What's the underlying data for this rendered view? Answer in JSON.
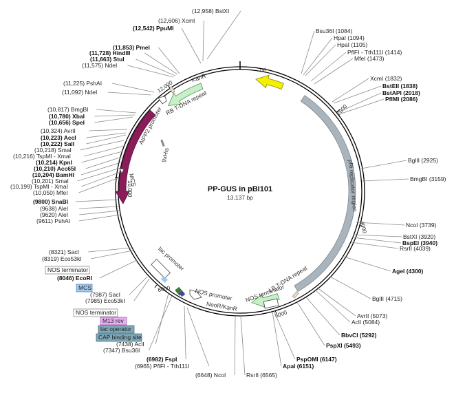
{
  "plasmid": {
    "name": "PP-GUS in pBI101",
    "size": "13,137 bp"
  },
  "sites": [
    {
      "id": "s01",
      "text": "(12,958)  BstXI",
      "bold": false
    },
    {
      "id": "s02",
      "text": "(12,606)  XcmI",
      "bold": false
    },
    {
      "id": "s03",
      "text": "(12,542)  PpuMI",
      "bold": true
    },
    {
      "id": "s04",
      "text": "(11,853)  PmeI",
      "bold": true
    },
    {
      "id": "s05",
      "text": "(11,728)  HindIII",
      "bold": true
    },
    {
      "id": "s06",
      "text": "(11,663)  StuI",
      "bold": true
    },
    {
      "id": "s07",
      "text": "(11,575)  NdeI",
      "bold": false
    },
    {
      "id": "s08",
      "text": "(11,225)  PshAI",
      "bold": false
    },
    {
      "id": "s09",
      "text": "(11,092)  NdeI",
      "bold": false
    },
    {
      "id": "s10",
      "text": "(10,817)  BmgBI",
      "bold": false
    },
    {
      "id": "s11",
      "text": "(10,780)  XbaI",
      "bold": true
    },
    {
      "id": "s12",
      "text": "(10,656)  SpeI",
      "bold": true
    },
    {
      "id": "s13",
      "text": "(10,324)  AvrII",
      "bold": false
    },
    {
      "id": "s14",
      "text": "(10,223)  AccI",
      "bold": true
    },
    {
      "id": "s15",
      "text": "(10,222)  SalI",
      "bold": true
    },
    {
      "id": "s16",
      "text": "(10,218)  SmaI",
      "bold": false
    },
    {
      "id": "s17",
      "text": "(10,216)  TspMI - XmaI",
      "bold": false
    },
    {
      "id": "s18",
      "text": "(10,214)  KpnI",
      "bold": true
    },
    {
      "id": "s19",
      "text": "(10,210)  Acc65I",
      "bold": true
    },
    {
      "id": "s20",
      "text": "(10,204)  BamHI",
      "bold": true
    },
    {
      "id": "s21",
      "text": "(10,201)  SmaI",
      "bold": false
    },
    {
      "id": "s22",
      "text": "(10,199)  TspMI - XmaI",
      "bold": false
    },
    {
      "id": "s23",
      "text": "(10,050)  MfeI",
      "bold": false
    },
    {
      "id": "s24",
      "text": "(9800)  SnaBI",
      "bold": true
    },
    {
      "id": "s25",
      "text": "(9638)  AleI",
      "bold": false
    },
    {
      "id": "s26",
      "text": "(9620)  AleI",
      "bold": false
    },
    {
      "id": "s27",
      "text": "(9611)  PshAI",
      "bold": false
    },
    {
      "id": "s28",
      "text": "(8321)  SacI",
      "bold": false
    },
    {
      "id": "s29",
      "text": "(8319)  Eco53kI",
      "bold": false
    },
    {
      "id": "s30",
      "text": "(8046)  EcoRI",
      "bold": true
    },
    {
      "id": "s31",
      "text": "(7987)  SacI",
      "bold": false
    },
    {
      "id": "s32",
      "text": "(7985)  Eco53kI",
      "bold": false
    },
    {
      "id": "s33",
      "text": "(7438)  AclI",
      "bold": false
    },
    {
      "id": "s34",
      "text": "(7347)  Bsu36I",
      "bold": false
    },
    {
      "id": "s35",
      "text": "(6982)  FspI",
      "bold": true
    },
    {
      "id": "s36",
      "text": "(6965)  PflFI - Tth111I",
      "bold": false
    },
    {
      "id": "s37",
      "text": "(6648)  NcoI",
      "bold": false
    },
    {
      "id": "s38",
      "text": "RsrII  (6565)",
      "bold": false
    },
    {
      "id": "s39",
      "text": "PspOMI  (6147)",
      "bold": true
    },
    {
      "id": "s40",
      "text": "ApaI  (6151)",
      "bold": true
    },
    {
      "id": "s41",
      "text": "PspXI  (5493)",
      "bold": true
    },
    {
      "id": "s42",
      "text": "BbvCI  (5292)",
      "bold": true
    },
    {
      "id": "s43",
      "text": "AclI  (5084)",
      "bold": false
    },
    {
      "id": "s44",
      "text": "AvrII  (5073)",
      "bold": false
    },
    {
      "id": "s45",
      "text": "BglII  (4715)",
      "bold": false
    },
    {
      "id": "s46",
      "text": "AgeI  (4300)",
      "bold": true
    },
    {
      "id": "s47",
      "text": "RsrII  (4039)",
      "bold": false
    },
    {
      "id": "s48",
      "text": "BspEI  (3940)",
      "bold": true
    },
    {
      "id": "s49",
      "text": "BstXI  (3920)",
      "bold": false
    },
    {
      "id": "s50",
      "text": "NcoI  (3739)",
      "bold": false
    },
    {
      "id": "s51",
      "text": "BmgBI  (3159)",
      "bold": false
    },
    {
      "id": "s52",
      "text": "BglII  (2925)",
      "bold": false
    },
    {
      "id": "s53",
      "text": "PflMI  (2086)",
      "bold": true
    },
    {
      "id": "s54",
      "text": "BstAPI  (2018)",
      "bold": true
    },
    {
      "id": "s55",
      "text": "BstEII  (1838)",
      "bold": true
    },
    {
      "id": "s56",
      "text": "XcmI  (1832)",
      "bold": false
    },
    {
      "id": "s57",
      "text": "MfeI  (1473)",
      "bold": false
    },
    {
      "id": "s58",
      "text": "PflFI - Tth111I  (1414)",
      "bold": false
    },
    {
      "id": "s59",
      "text": "HpaI  (1105)",
      "bold": false
    },
    {
      "id": "s60",
      "text": "HpaI  (1094)",
      "bold": false
    },
    {
      "id": "s61",
      "text": "Bsu36I  (1084)",
      "bold": false
    }
  ],
  "features": {
    "ori": "ori",
    "kanr": "KanR",
    "rb_repeat": "RB T-DNA repeat",
    "atpp2": "AtPP2 promoter",
    "his": "9xHis",
    "mcs": "MCS",
    "gus": "GUS",
    "pri": "pRi replicator region",
    "lb_repeat": "LB T-DNA repeat",
    "nos_term_inner": "NOS terminator",
    "nos_promoter": "NOS promoter",
    "neor": "NeoR/KanR",
    "lac_promoter": "lac promoter"
  },
  "boxes": {
    "nos_terminator_1": "NOS terminator",
    "mcs": "MCS",
    "nos_terminator_2": "NOS terminator",
    "m13rev": "M13 rev",
    "lac_operator": "lac operator",
    "cap_site": "CAP binding site"
  },
  "ticks": [
    "2000",
    "4000",
    "6000",
    "8000",
    "10,000",
    "12,000"
  ],
  "colors": {
    "ori": "#f5f000",
    "kanr": "#c8f0c8",
    "neor": "#c8f0c8",
    "gus": "#8b1c5a",
    "pri": "#a9b4bd",
    "mcs_box": "#a6cbf0",
    "m13_box": "#e8b0f0",
    "lac_box": "#7fa8b8",
    "cap_box": "#7fa8b8"
  }
}
